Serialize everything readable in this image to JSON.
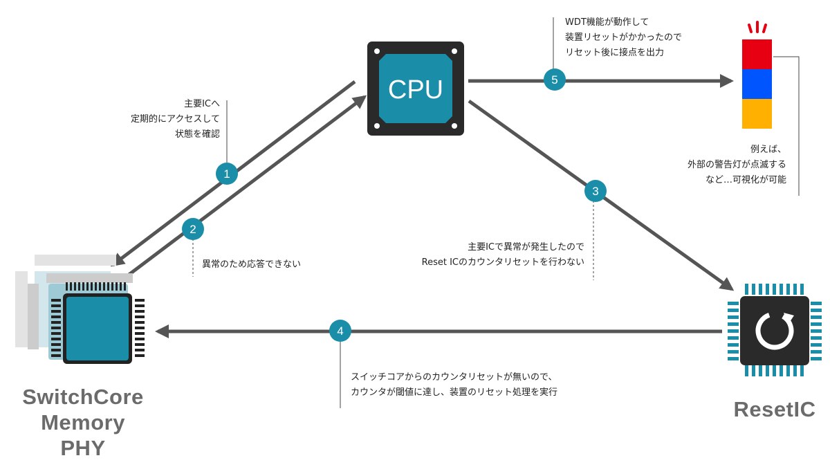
{
  "chips": {
    "cpu": {
      "label": "CPU"
    },
    "switchcore": {
      "lines": [
        "SwitchCore",
        "Memory",
        "PHY"
      ]
    },
    "reset_ic": {
      "label": "ResetIC"
    }
  },
  "steps": [
    "1",
    "2",
    "3",
    "4",
    "5"
  ],
  "notes": {
    "step1": [
      "主要ICへ",
      "定期的にアクセスして",
      "状態を確認"
    ],
    "step2": [
      "異常のため応答できない"
    ],
    "step3": [
      "主要ICで異常が発生したので",
      "Reset ICのカウンタリセットを行わない"
    ],
    "step4": [
      "スイッチコアからのカウンタリセットが無いので、",
      "カウンタが閾値に達し、装置のリセット処理を実行"
    ],
    "step5": [
      "WDT機能が動作して",
      "装置リセットがかかったので",
      "リセット後に接点を出力"
    ],
    "lamp": [
      "例えば、",
      "外部の警告灯が点滅する",
      "など…可視化が可能"
    ]
  },
  "colors": {
    "accent_teal": "#1a8ea8",
    "chip_dark": "#2a2a2a",
    "arrow_gray": "#555555",
    "lamp_red": "#e60012",
    "lamp_blue": "#0055ff",
    "lamp_yellow": "#ffb000"
  }
}
